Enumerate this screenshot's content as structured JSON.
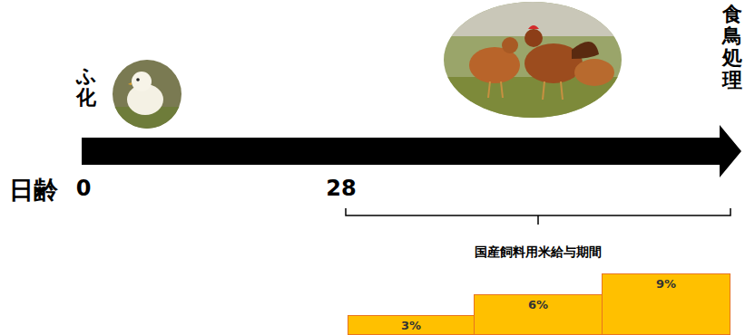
{
  "diagram": {
    "nodes": [
      {
        "text": [
          "3%"
        ]
      },
      {
        "text": [
          "6%"
        ]
      },
      {
        "text": [
          "9%"
        ]
      }
    ],
    "labels": [
      "ふ化",
      "食鳥処理",
      "日齢",
      "0",
      "28",
      "国産飼料用米給与期間"
    ]
  }
}
